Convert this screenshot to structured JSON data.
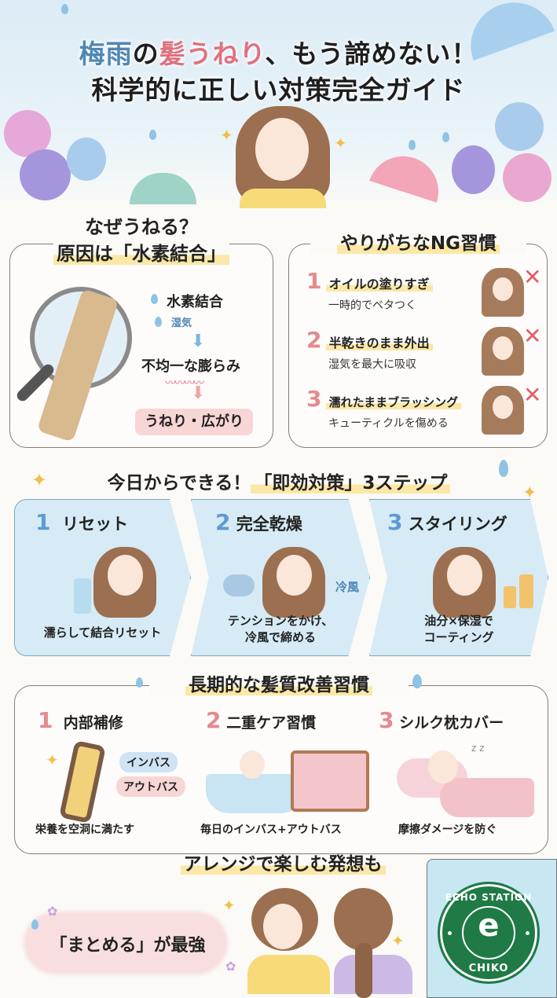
{
  "header": {
    "title_line1_part1": "梅雨",
    "title_line1_part2": "の",
    "title_line1_part3": "髪うねり",
    "title_line1_part4": "、もう諦めない！",
    "title_line2": "科学的に正しい対策完全ガイド"
  },
  "cause_section": {
    "title_line1": "なぜうねる？",
    "title_line2": "原因は「水素結合」",
    "label_bond": "水素結合",
    "label_humidity": "湿気",
    "label_swelling": "不均一な膨らみ",
    "label_result": "うねり・広がり"
  },
  "ng_section": {
    "title": "やりがちなNG習慣",
    "items": [
      {
        "number": "1",
        "title": "オイルの塗りすぎ",
        "description": "一時的でベタつく"
      },
      {
        "number": "2",
        "title": "半乾きのまま外出",
        "description": "湿気を最大に吸収"
      },
      {
        "number": "3",
        "title": "濡れたままブラッシング",
        "description": "キューティクルを傷める"
      }
    ],
    "mark": "✕"
  },
  "quick_steps": {
    "title_part1": "今日からできる！",
    "title_part2": "「即効対策」3ステップ",
    "steps": [
      {
        "number": "1",
        "title": "リセット",
        "description_line1": "濡らして結合リセット",
        "description_line2": ""
      },
      {
        "number": "2",
        "title": "完全乾燥",
        "description_line1": "テンションをかけ、",
        "description_line2": "冷風で締める",
        "annotation": "冷風"
      },
      {
        "number": "3",
        "title": "スタイリング",
        "description_line1": "油分×保湿で",
        "description_line2": "コーティング"
      }
    ]
  },
  "long_term": {
    "title": "長期的な髪質改善習慣",
    "items": [
      {
        "number": "1",
        "title": "内部補修",
        "description": "栄養を空洞に満たす",
        "tag1": "インバス",
        "tag2": "アウトバス"
      },
      {
        "number": "2",
        "title": "二重ケア習慣",
        "description": "毎日のインバス+アウトバス"
      },
      {
        "number": "3",
        "title": "シルク枕カバー",
        "description": "摩擦ダメージを防ぐ",
        "zzz": "z z"
      }
    ]
  },
  "arrange": {
    "title": "アレンジで楽しむ発想も",
    "callout": "「まとめる」が最強"
  },
  "logo": {
    "top_text": "ECHO STATION",
    "bottom_text": "CHIKO",
    "mark": "e",
    "color": "#1f7a46"
  },
  "colors": {
    "accent_blue": "#4f86b4",
    "accent_pink": "#e0707e",
    "highlight_yellow": "#fbe8a6",
    "step_bg": "#d6ebf5",
    "ng_cross": "#e45c66"
  }
}
